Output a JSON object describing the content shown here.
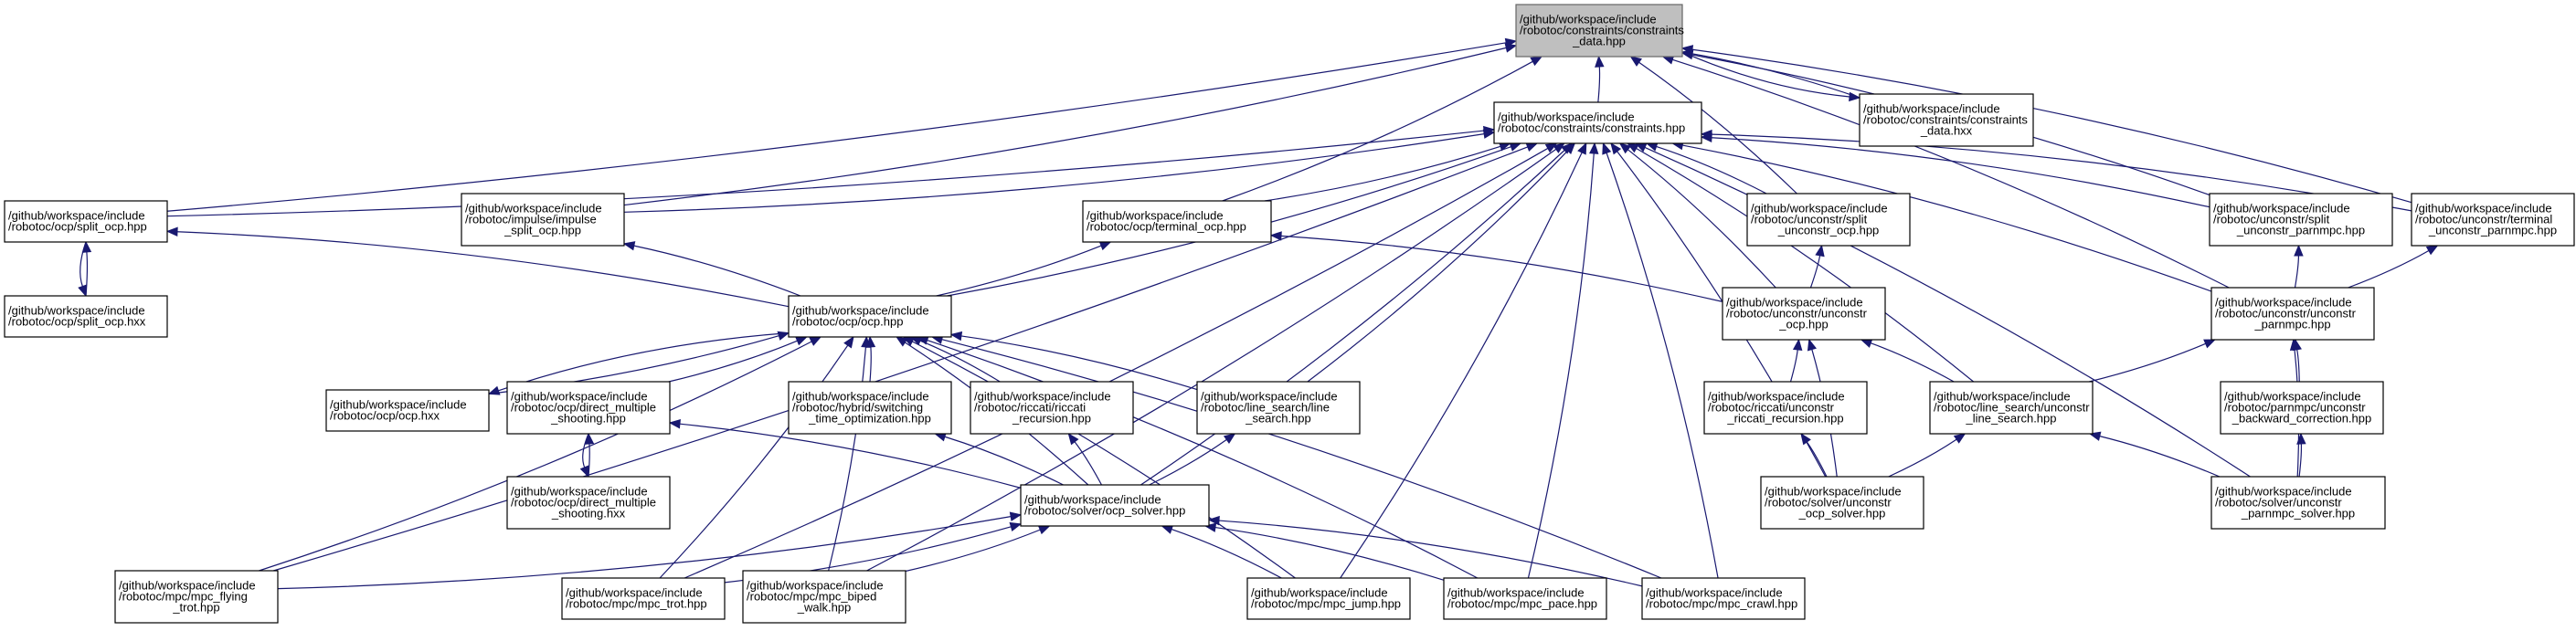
{
  "graph": {
    "nodes": [
      {
        "id": "constraints_data_hpp",
        "lines": [
          "/github/workspace/include",
          "/robotoc/constraints/constraints",
          "_data.hpp"
        ],
        "root": true
      },
      {
        "id": "constraints_hpp",
        "lines": [
          "/github/workspace/include",
          "/robotoc/constraints/constraints.hpp"
        ]
      },
      {
        "id": "constraints_data_hxx",
        "lines": [
          "/github/workspace/include",
          "/robotoc/constraints/constraints",
          "_data.hxx"
        ]
      },
      {
        "id": "split_ocp_hpp",
        "lines": [
          "/github/workspace/include",
          "/robotoc/ocp/split_ocp.hpp"
        ]
      },
      {
        "id": "split_ocp_hxx",
        "lines": [
          "/github/workspace/include",
          "/robotoc/ocp/split_ocp.hxx"
        ]
      },
      {
        "id": "impulse_split_ocp_hpp",
        "lines": [
          "/github/workspace/include",
          "/robotoc/impulse/impulse",
          "_split_ocp.hpp"
        ]
      },
      {
        "id": "terminal_ocp_hpp",
        "lines": [
          "/github/workspace/include",
          "/robotoc/ocp/terminal_ocp.hpp"
        ]
      },
      {
        "id": "split_unconstr_ocp_hpp",
        "lines": [
          "/github/workspace/include",
          "/robotoc/unconstr/split",
          "_unconstr_ocp.hpp"
        ]
      },
      {
        "id": "split_unconstr_parnmpc_hpp",
        "lines": [
          "/github/workspace/include",
          "/robotoc/unconstr/split",
          "_unconstr_parnmpc.hpp"
        ]
      },
      {
        "id": "terminal_unconstr_parnmpc_hpp",
        "lines": [
          "/github/workspace/include",
          "/robotoc/unconstr/terminal",
          "_unconstr_parnmpc.hpp"
        ]
      },
      {
        "id": "ocp_hpp",
        "lines": [
          "/github/workspace/include",
          "/robotoc/ocp/ocp.hpp"
        ]
      },
      {
        "id": "unconstr_ocp_hpp",
        "lines": [
          "/github/workspace/include",
          "/robotoc/unconstr/unconstr",
          "_ocp.hpp"
        ]
      },
      {
        "id": "unconstr_parnmpc_hpp",
        "lines": [
          "/github/workspace/include",
          "/robotoc/unconstr/unconstr",
          "_parnmpc.hpp"
        ]
      },
      {
        "id": "ocp_hxx",
        "lines": [
          "/github/workspace/include",
          "/robotoc/ocp/ocp.hxx"
        ]
      },
      {
        "id": "direct_multiple_shooting_hpp",
        "lines": [
          "/github/workspace/include",
          "/robotoc/ocp/direct_multiple",
          "_shooting.hpp"
        ]
      },
      {
        "id": "switching_time_optimization_hpp",
        "lines": [
          "/github/workspace/include",
          "/robotoc/hybrid/switching",
          "_time_optimization.hpp"
        ]
      },
      {
        "id": "riccati_recursion_hpp",
        "lines": [
          "/github/workspace/include",
          "/robotoc/riccati/riccati",
          "_recursion.hpp"
        ]
      },
      {
        "id": "line_search_hpp",
        "lines": [
          "/github/workspace/include",
          "/robotoc/line_search/line",
          "_search.hpp"
        ]
      },
      {
        "id": "unconstr_riccati_recursion_hpp",
        "lines": [
          "/github/workspace/include",
          "/robotoc/riccati/unconstr",
          "_riccati_recursion.hpp"
        ]
      },
      {
        "id": "unconstr_line_search_hpp",
        "lines": [
          "/github/workspace/include",
          "/robotoc/line_search/unconstr",
          "_line_search.hpp"
        ]
      },
      {
        "id": "unconstr_parnmpc_backward_correction_hpp",
        "lines": [
          "/github/workspace/include",
          "/robotoc/parnmpc/unconstr",
          "_backward_correction.hpp"
        ]
      },
      {
        "id": "direct_multiple_shooting_hxx",
        "lines": [
          "/github/workspace/include",
          "/robotoc/ocp/direct_multiple",
          "_shooting.hxx"
        ]
      },
      {
        "id": "ocp_solver_hpp",
        "lines": [
          "/github/workspace/include",
          "/robotoc/solver/ocp_solver.hpp"
        ]
      },
      {
        "id": "unconstr_ocp_solver_hpp",
        "lines": [
          "/github/workspace/include",
          "/robotoc/solver/unconstr",
          "_ocp_solver.hpp"
        ]
      },
      {
        "id": "unconstr_parnmpc_solver_hpp",
        "lines": [
          "/github/workspace/include",
          "/robotoc/solver/unconstr",
          "_parnmpc_solver.hpp"
        ]
      },
      {
        "id": "mpc_flying_trot_hpp",
        "lines": [
          "/github/workspace/include",
          "/robotoc/mpc/mpc_flying",
          "_trot.hpp"
        ]
      },
      {
        "id": "mpc_trot_hpp",
        "lines": [
          "/github/workspace/include",
          "/robotoc/mpc/mpc_trot.hpp"
        ]
      },
      {
        "id": "mpc_biped_walk_hpp",
        "lines": [
          "/github/workspace/include",
          "/robotoc/mpc/mpc_biped",
          "_walk.hpp"
        ]
      },
      {
        "id": "mpc_jump_hpp",
        "lines": [
          "/github/workspace/include",
          "/robotoc/mpc/mpc_jump.hpp"
        ]
      },
      {
        "id": "mpc_pace_hpp",
        "lines": [
          "/github/workspace/include",
          "/robotoc/mpc/mpc_pace.hpp"
        ]
      },
      {
        "id": "mpc_crawl_hpp",
        "lines": [
          "/github/workspace/include",
          "/robotoc/mpc/mpc_crawl.hpp"
        ]
      }
    ],
    "edges": [
      {
        "from": "constraints_hpp",
        "to": "constraints_data_hpp"
      },
      {
        "from": "constraints_data_hxx",
        "to": "constraints_data_hpp"
      },
      {
        "from": "constraints_data_hpp",
        "to": "constraints_data_hxx"
      },
      {
        "from": "split_ocp_hpp",
        "to": "constraints_data_hpp"
      },
      {
        "from": "impulse_split_ocp_hpp",
        "to": "constraints_data_hpp"
      },
      {
        "from": "terminal_ocp_hpp",
        "to": "constraints_data_hpp"
      },
      {
        "from": "split_unconstr_ocp_hpp",
        "to": "constraints_data_hpp"
      },
      {
        "from": "split_unconstr_parnmpc_hpp",
        "to": "constraints_data_hpp"
      },
      {
        "from": "terminal_unconstr_parnmpc_hpp",
        "to": "constraints_data_hpp"
      },
      {
        "from": "unconstr_parnmpc_hpp",
        "to": "constraints_data_hpp"
      },
      {
        "from": "split_ocp_hpp",
        "to": "constraints_hpp"
      },
      {
        "from": "impulse_split_ocp_hpp",
        "to": "constraints_hpp"
      },
      {
        "from": "terminal_ocp_hpp",
        "to": "constraints_hpp"
      },
      {
        "from": "split_unconstr_ocp_hpp",
        "to": "constraints_hpp"
      },
      {
        "from": "split_unconstr_parnmpc_hpp",
        "to": "constraints_hpp"
      },
      {
        "from": "terminal_unconstr_parnmpc_hpp",
        "to": "constraints_hpp"
      },
      {
        "from": "ocp_hpp",
        "to": "constraints_hpp"
      },
      {
        "from": "unconstr_ocp_hpp",
        "to": "constraints_hpp"
      },
      {
        "from": "unconstr_parnmpc_hpp",
        "to": "constraints_hpp"
      },
      {
        "from": "line_search_hpp",
        "to": "constraints_hpp"
      },
      {
        "from": "unconstr_line_search_hpp",
        "to": "constraints_hpp"
      },
      {
        "from": "ocp_solver_hpp",
        "to": "constraints_hpp"
      },
      {
        "from": "unconstr_ocp_solver_hpp",
        "to": "constraints_hpp"
      },
      {
        "from": "unconstr_parnmpc_solver_hpp",
        "to": "constraints_hpp"
      },
      {
        "from": "mpc_flying_trot_hpp",
        "to": "constraints_hpp"
      },
      {
        "from": "mpc_trot_hpp",
        "to": "constraints_hpp"
      },
      {
        "from": "mpc_biped_walk_hpp",
        "to": "constraints_hpp"
      },
      {
        "from": "mpc_jump_hpp",
        "to": "constraints_hpp"
      },
      {
        "from": "mpc_pace_hpp",
        "to": "constraints_hpp"
      },
      {
        "from": "mpc_crawl_hpp",
        "to": "constraints_hpp"
      },
      {
        "from": "split_ocp_hxx",
        "to": "split_ocp_hpp"
      },
      {
        "from": "split_ocp_hpp",
        "to": "split_ocp_hxx"
      },
      {
        "from": "ocp_hpp",
        "to": "split_ocp_hpp"
      },
      {
        "from": "ocp_hpp",
        "to": "impulse_split_ocp_hpp"
      },
      {
        "from": "ocp_hpp",
        "to": "terminal_ocp_hpp"
      },
      {
        "from": "unconstr_ocp_hpp",
        "to": "terminal_ocp_hpp"
      },
      {
        "from": "unconstr_ocp_hpp",
        "to": "split_unconstr_ocp_hpp"
      },
      {
        "from": "unconstr_parnmpc_hpp",
        "to": "split_unconstr_parnmpc_hpp"
      },
      {
        "from": "unconstr_parnmpc_hpp",
        "to": "terminal_unconstr_parnmpc_hpp"
      },
      {
        "from": "ocp_hxx",
        "to": "ocp_hpp"
      },
      {
        "from": "ocp_hpp",
        "to": "ocp_hxx"
      },
      {
        "from": "direct_multiple_shooting_hpp",
        "to": "ocp_hpp"
      },
      {
        "from": "switching_time_optimization_hpp",
        "to": "ocp_hpp"
      },
      {
        "from": "riccati_recursion_hpp",
        "to": "ocp_hpp"
      },
      {
        "from": "line_search_hpp",
        "to": "ocp_hpp"
      },
      {
        "from": "ocp_solver_hpp",
        "to": "ocp_hpp"
      },
      {
        "from": "mpc_flying_trot_hpp",
        "to": "ocp_hpp"
      },
      {
        "from": "mpc_trot_hpp",
        "to": "ocp_hpp"
      },
      {
        "from": "mpc_biped_walk_hpp",
        "to": "ocp_hpp"
      },
      {
        "from": "mpc_jump_hpp",
        "to": "ocp_hpp"
      },
      {
        "from": "mpc_pace_hpp",
        "to": "ocp_hpp"
      },
      {
        "from": "mpc_crawl_hpp",
        "to": "ocp_hpp"
      },
      {
        "from": "direct_multiple_shooting_hxx",
        "to": "direct_multiple_shooting_hpp"
      },
      {
        "from": "direct_multiple_shooting_hpp",
        "to": "direct_multiple_shooting_hxx"
      },
      {
        "from": "ocp_solver_hpp",
        "to": "direct_multiple_shooting_hpp"
      },
      {
        "from": "ocp_solver_hpp",
        "to": "switching_time_optimization_hpp"
      },
      {
        "from": "ocp_solver_hpp",
        "to": "riccati_recursion_hpp"
      },
      {
        "from": "ocp_solver_hpp",
        "to": "line_search_hpp"
      },
      {
        "from": "unconstr_riccati_recursion_hpp",
        "to": "unconstr_ocp_hpp"
      },
      {
        "from": "unconstr_line_search_hpp",
        "to": "unconstr_ocp_hpp"
      },
      {
        "from": "unconstr_ocp_solver_hpp",
        "to": "unconstr_ocp_hpp"
      },
      {
        "from": "unconstr_line_search_hpp",
        "to": "unconstr_parnmpc_hpp"
      },
      {
        "from": "unconstr_parnmpc_backward_correction_hpp",
        "to": "unconstr_parnmpc_hpp"
      },
      {
        "from": "unconstr_parnmpc_solver_hpp",
        "to": "unconstr_parnmpc_hpp"
      },
      {
        "from": "unconstr_ocp_solver_hpp",
        "to": "unconstr_riccati_recursion_hpp"
      },
      {
        "from": "unconstr_ocp_solver_hpp",
        "to": "unconstr_line_search_hpp"
      },
      {
        "from": "unconstr_parnmpc_solver_hpp",
        "to": "unconstr_line_search_hpp"
      },
      {
        "from": "unconstr_parnmpc_solver_hpp",
        "to": "unconstr_parnmpc_backward_correction_hpp"
      },
      {
        "from": "mpc_flying_trot_hpp",
        "to": "ocp_solver_hpp"
      },
      {
        "from": "mpc_trot_hpp",
        "to": "ocp_solver_hpp"
      },
      {
        "from": "mpc_biped_walk_hpp",
        "to": "ocp_solver_hpp"
      },
      {
        "from": "mpc_jump_hpp",
        "to": "ocp_solver_hpp"
      },
      {
        "from": "mpc_pace_hpp",
        "to": "ocp_solver_hpp"
      },
      {
        "from": "mpc_crawl_hpp",
        "to": "ocp_solver_hpp"
      }
    ]
  }
}
